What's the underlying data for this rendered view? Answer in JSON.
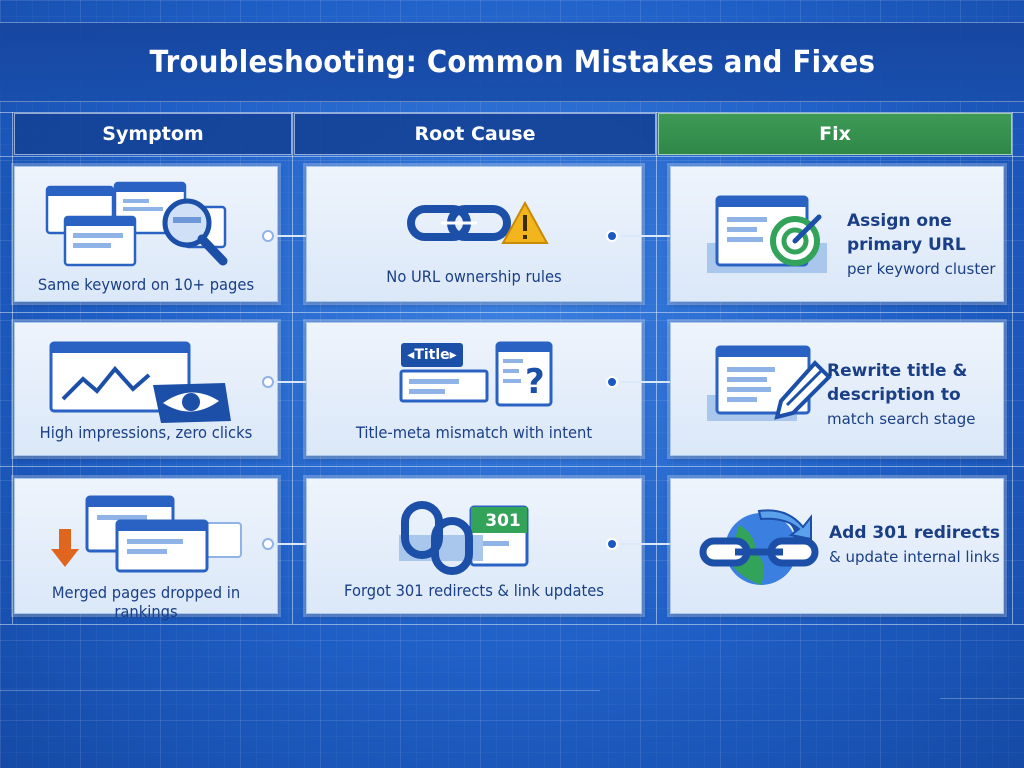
{
  "title": "Troubleshooting: Common Mistakes and Fixes",
  "columns": {
    "symptom": "Symptom",
    "root_cause": "Root Cause",
    "fix": "Fix"
  },
  "rows": [
    {
      "symptom": "Same keyword on 10+ pages",
      "cause": "No URL ownership rules",
      "fix_lines": [
        "Assign one",
        "primary URL",
        "per keyword cluster"
      ]
    },
    {
      "symptom": "High impressions, zero clicks",
      "cause": "Title-meta mismatch with intent",
      "cause_tag": "Title",
      "fix_lines": [
        "Rewrite title &",
        "description to",
        "match search stage"
      ]
    },
    {
      "symptom": "Merged pages dropped in rankings",
      "cause": "Forgot 301 redirects & link updates",
      "cause_badge": "301",
      "fix_lines": [
        "Add 301 redirects",
        "& update internal links"
      ]
    }
  ],
  "colors": {
    "background": "#1f5fc6",
    "card": "#eef4fc",
    "text": "#1a3f86",
    "accent_green": "#33a35a",
    "accent_orange": "#e0651f",
    "warning_yellow": "#f2b51d"
  },
  "icons": {
    "row1_symptom": "duplicate-pages-magnifier-icon",
    "row1_cause": "chain-link-warning-icon",
    "row1_fix": "target-page-icon",
    "row2_symptom": "chart-eye-icon",
    "row2_cause": "title-question-icon",
    "row2_fix": "page-pencil-icon",
    "row3_symptom": "pages-down-arrow-icon",
    "row3_cause": "chain-link-301-icon",
    "row3_fix": "redirect-globe-link-icon"
  }
}
